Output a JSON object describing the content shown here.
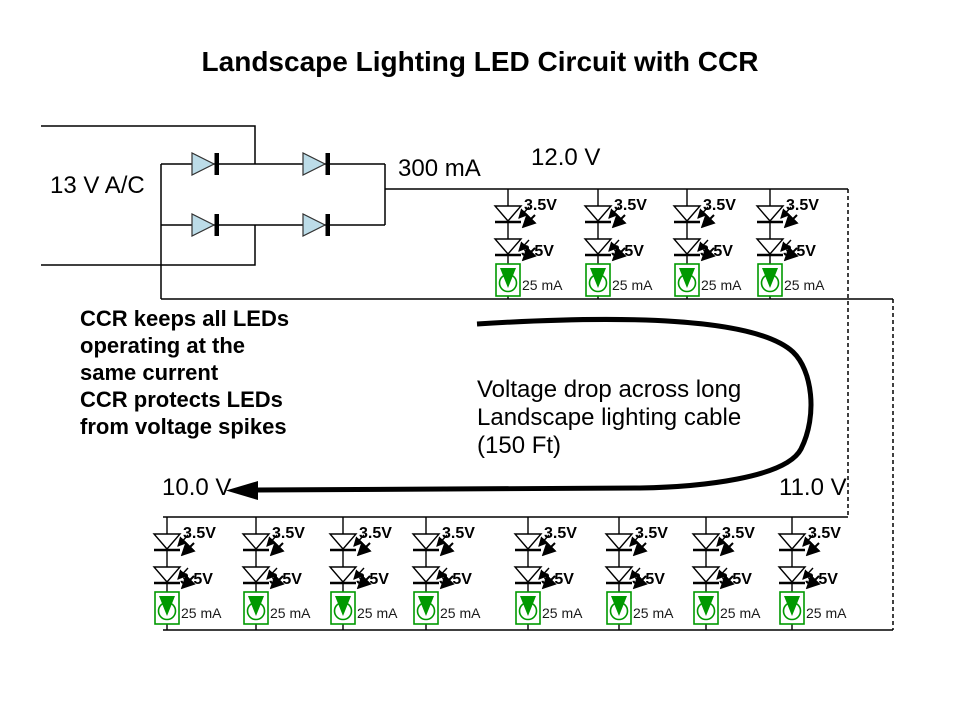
{
  "title": "Landscape Lighting LED Circuit with CCR",
  "circuit": {
    "ac_label": "13 V A/C",
    "output_current": "300 mA",
    "top_section_voltage": "12.0 V",
    "bottom_section_voltage_left": "10.0 V",
    "bottom_section_voltage_right": "11.0 V",
    "led_forward_voltage": "3.5V",
    "ccr_current": "25 mA",
    "top_string_count": 4,
    "bottom_string_count": 8,
    "leds_per_string": 2
  },
  "notes": {
    "ccr_lines": [
      "CCR keeps all LEDs",
      "operating at the",
      "same current",
      "CCR protects LEDs",
      "from voltage spikes"
    ],
    "cable_lines": [
      "Voltage drop across long",
      "Landscape lighting cable",
      "(150 Ft)"
    ]
  },
  "colors": {
    "ccr_green": "#009900",
    "diode_fill": "#bcdce8",
    "wire": "#000000"
  }
}
